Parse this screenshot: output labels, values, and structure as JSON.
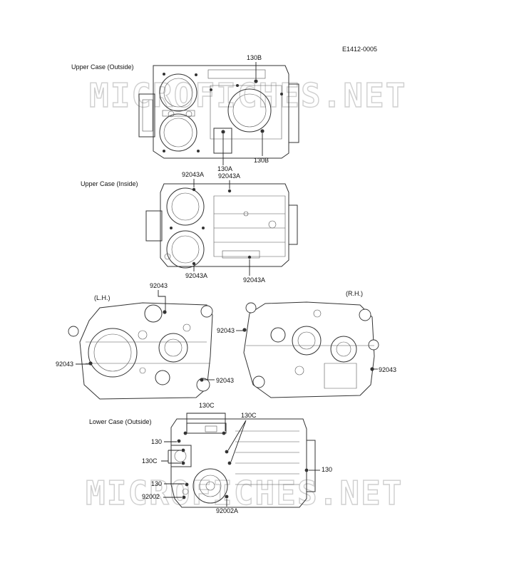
{
  "figure_code": "E1412-0005",
  "watermark": "MICROFICHES.NET",
  "sections": {
    "upper_outside": "Upper Case (Outside)",
    "upper_inside": "Upper Case (Inside)",
    "lh": "(L.H.)",
    "rh": "(R.H.)",
    "lower_outside": "Lower Case (Outside)"
  },
  "callouts": {
    "c130B_top": "130B",
    "c130B_bottom": "130B",
    "c130A": "130A",
    "c92043A_1": "92043A",
    "c92043A_2": "92043A",
    "c92043A_3": "92043A",
    "c92043A_4": "92043A",
    "c92043_lh_top": "92043",
    "c92043_lh_left": "92043",
    "c92043_lh_bottom": "92043",
    "c92043_rh_left": "92043",
    "c92043_rh_right": "92043",
    "c130C_top": "130C",
    "c130C_right": "130C",
    "c130_left": "130",
    "c130C_left": "130C",
    "c130_lower": "130",
    "c92002": "92002",
    "c130_right": "130",
    "c92002A": "92002A"
  }
}
